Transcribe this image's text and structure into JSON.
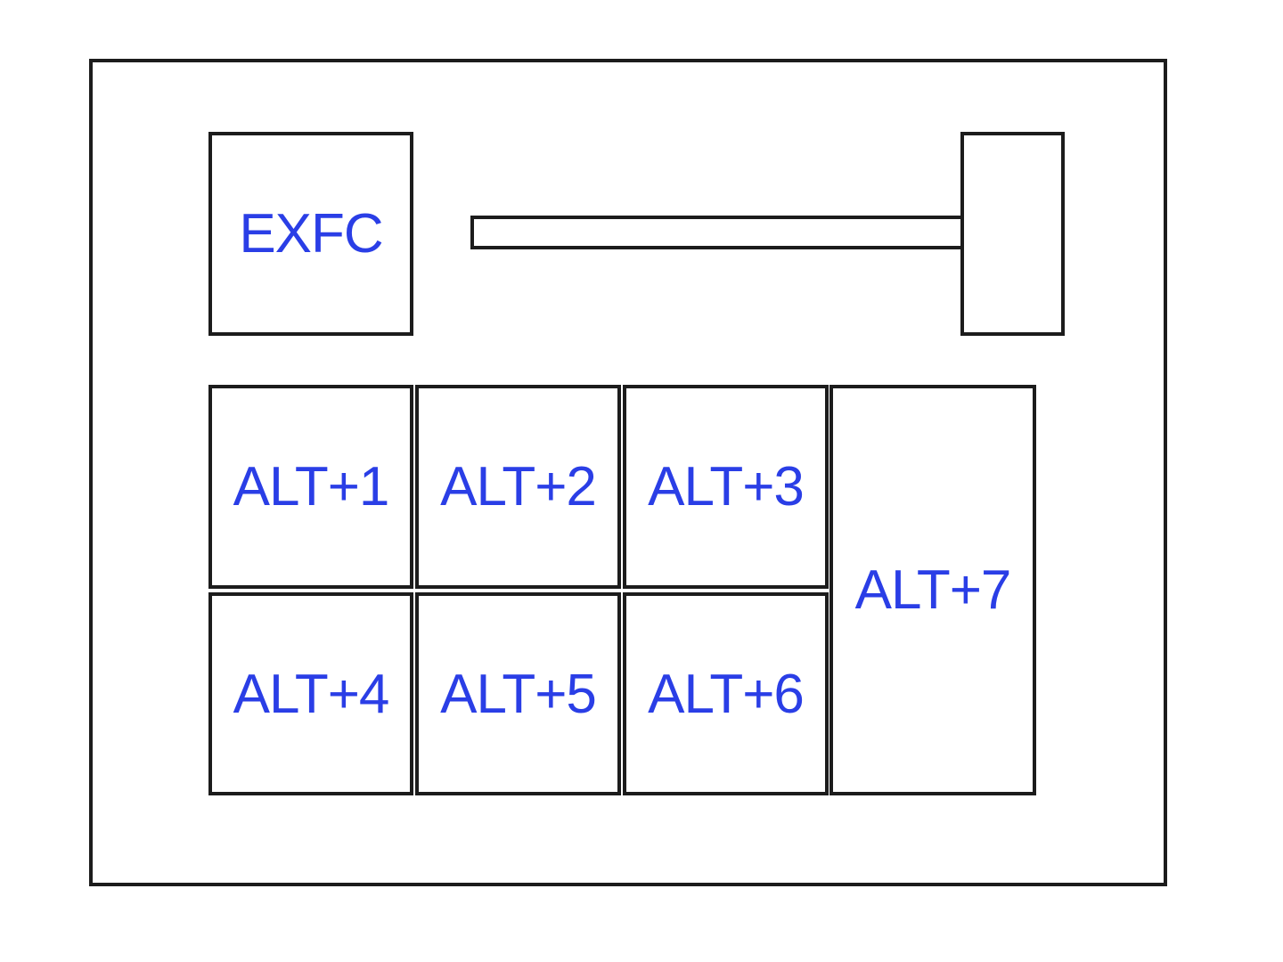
{
  "keys": {
    "exfc": "EXFC",
    "alt1": "ALT+1",
    "alt2": "ALT+2",
    "alt3": "ALT+3",
    "alt4": "ALT+4",
    "alt5": "ALT+5",
    "alt6": "ALT+6",
    "alt7": "ALT+7"
  },
  "fader": {
    "level": 1.0
  },
  "colors": {
    "label": "#2a3ee6",
    "outline": "#1c1c1c",
    "background": "#ffffff"
  }
}
